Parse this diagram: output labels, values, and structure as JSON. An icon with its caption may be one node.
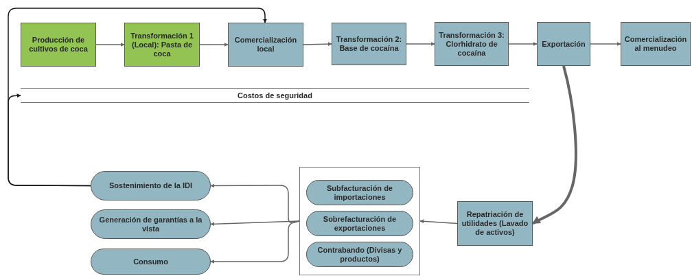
{
  "diagram": {
    "nodes": [
      {
        "text": [
          "Producción de cultivos de coca"
        ]
      },
      {
        "text": [
          "Transformación 1 (Local): Pasta de coca"
        ]
      },
      {
        "text": [
          "Comercialización local"
        ]
      },
      {
        "text": [
          "Transformación 2: Base de cocaína"
        ]
      },
      {
        "text": [
          "Transformación 3: Clorhidrato de cocaína"
        ]
      },
      {
        "text": [
          "Exportación"
        ]
      },
      {
        "text": [
          "Comercialización al menudeo"
        ]
      },
      {
        "text": [
          "Costos de seguridad"
        ]
      },
      {
        "text": [
          "Repatriación de utilidades (Lavado de activos)"
        ]
      },
      {
        "text": [],
        "shape": "box"
      },
      {
        "text": [
          "Subfacturación de importaciones"
        ],
        "in": 9
      },
      {
        "text": [
          "Sobrefacturación de exportaciones"
        ],
        "in": 9
      },
      {
        "text": [
          "Contrabando (Divisas y productos)"
        ],
        "in": 9
      },
      {
        "text": [
          "Sostenimiento de la IDI"
        ]
      },
      {
        "text": [
          "Generación de garantías a la vista"
        ]
      },
      {
        "text": [
          "Consumo"
        ]
      }
    ],
    "edges": [
      {
        "from": 0,
        "to": 1,
        "arrow": "to"
      },
      {
        "from": 1,
        "to": 2,
        "arrow": "to"
      },
      {
        "from": 2,
        "to": 3,
        "arrow": "to"
      },
      {
        "from": 3,
        "to": 4,
        "arrow": "to"
      },
      {
        "from": 4,
        "to": 5,
        "arrow": "to"
      },
      {
        "from": 5,
        "to": 6,
        "arrow": "to"
      },
      {
        "from": 5,
        "to": 8,
        "arrow": "to",
        "style": "thick"
      },
      {
        "from": 8,
        "to": 9,
        "arrow": "to"
      },
      {
        "from": 9,
        "to": 13,
        "arrow": "to"
      },
      {
        "from": 9,
        "to": 14,
        "arrow": "to"
      },
      {
        "from": 9,
        "to": 15,
        "arrow": "to"
      },
      {
        "from": 13,
        "to": 2,
        "arrow": "to",
        "color": "#1a1a1a"
      },
      {
        "from": 13,
        "to": 7,
        "arrow": "to",
        "color": "#1a1a1a"
      }
    ]
  }
}
